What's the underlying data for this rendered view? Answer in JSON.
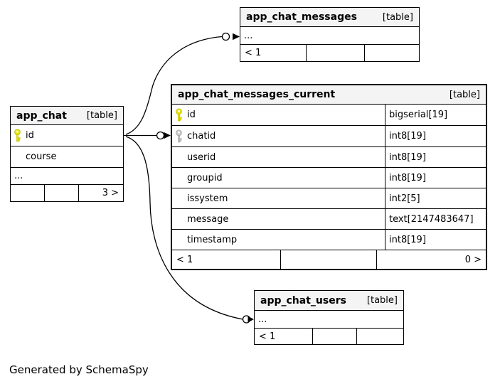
{
  "diagram": {
    "generated_by": "Generated by SchemaSpy",
    "colors": {
      "header_bg": "#f4f4f4",
      "border": "#000000",
      "primary_key": "#e8e800",
      "foreign_key": "#cccccc"
    },
    "tables": [
      {
        "id": "app_chat_messages",
        "title": "app_chat_messages",
        "type_label": "[table]",
        "rows": [
          {
            "name": "...",
            "type": ""
          }
        ],
        "footer_cells": [
          "< 1",
          "",
          ""
        ]
      },
      {
        "id": "app_chat_messages_current",
        "title": "app_chat_messages_current",
        "type_label": "[table]",
        "rows": [
          {
            "name": "id",
            "key": "primary",
            "type": "bigserial[19]"
          },
          {
            "name": "chatid",
            "key": "foreign",
            "type": "int8[19]"
          },
          {
            "name": "userid",
            "key": "",
            "type": "int8[19]"
          },
          {
            "name": "groupid",
            "key": "",
            "type": "int8[19]"
          },
          {
            "name": "issystem",
            "key": "",
            "type": "int2[5]"
          },
          {
            "name": "message",
            "key": "",
            "type": "text[2147483647]"
          },
          {
            "name": "timestamp",
            "key": "",
            "type": "int8[19]"
          }
        ],
        "footer_cells": [
          "< 1",
          "",
          "0 >"
        ]
      },
      {
        "id": "app_chat",
        "title": "app_chat",
        "type_label": "[table]",
        "rows": [
          {
            "name": "id",
            "key": "primary",
            "type": ""
          },
          {
            "name": "course",
            "key": "",
            "type": ""
          },
          {
            "name": "...",
            "key": "",
            "type": ""
          }
        ],
        "footer_cells": [
          "",
          "",
          "3 >"
        ]
      },
      {
        "id": "app_chat_users",
        "title": "app_chat_users",
        "type_label": "[table]",
        "rows": [
          {
            "name": "...",
            "type": ""
          }
        ],
        "footer_cells": [
          "< 1",
          "",
          ""
        ]
      }
    ],
    "relationships": [
      {
        "from": "app_chat.id",
        "to": "app_chat_messages"
      },
      {
        "from": "app_chat.id",
        "to": "app_chat_messages_current.chatid"
      },
      {
        "from": "app_chat.id",
        "to": "app_chat_users"
      }
    ]
  }
}
